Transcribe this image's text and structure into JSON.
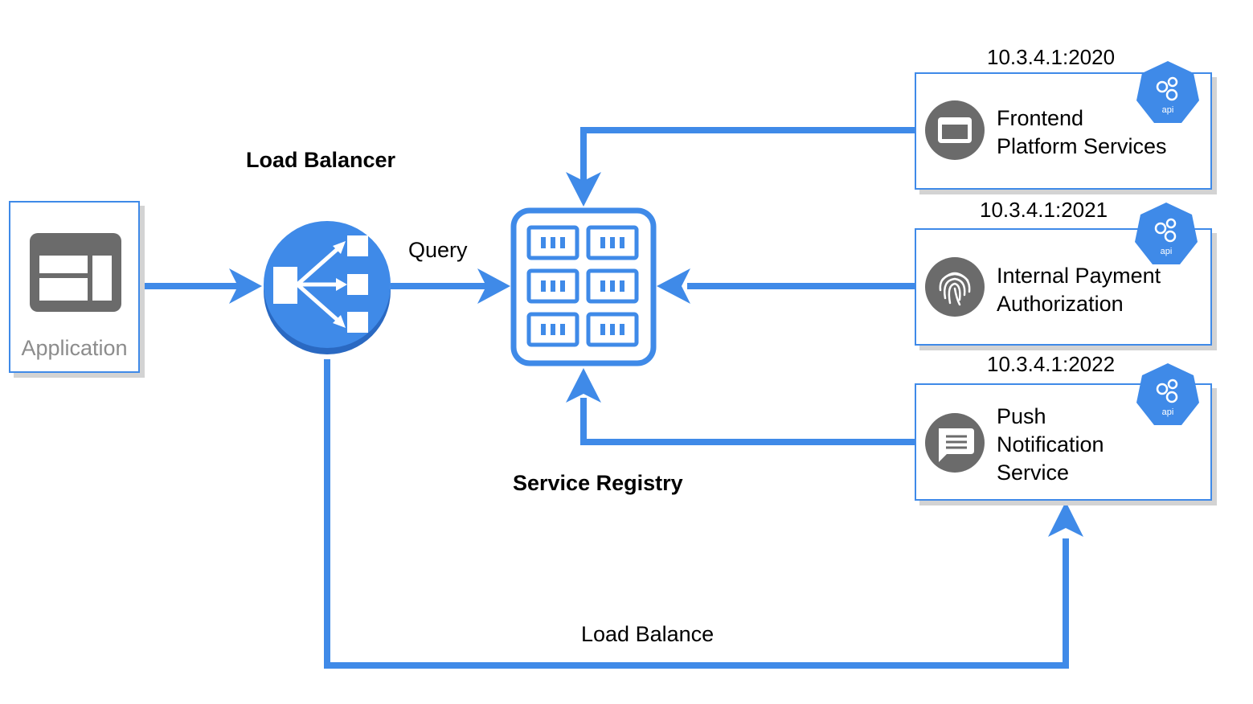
{
  "labels": {
    "load_balancer": "Load Balancer",
    "query": "Query",
    "service_registry": "Service Registry",
    "load_balance": "Load Balance",
    "application": "Application"
  },
  "services": [
    {
      "address": "10.3.4.1:2020",
      "name_line1": "Frontend",
      "name_line2": "Platform Services",
      "name_line3": "",
      "icon": "browser-window-icon",
      "badge": "api"
    },
    {
      "address": "10.3.4.1:2021",
      "name_line1": "Internal Payment",
      "name_line2": "Authorization",
      "name_line3": "",
      "icon": "fingerprint-icon",
      "badge": "api"
    },
    {
      "address": "10.3.4.1:2022",
      "name_line1": "Push",
      "name_line2": "Notification",
      "name_line3": "Service",
      "icon": "message-icon",
      "badge": "api"
    }
  ],
  "colors": {
    "accent": "#3f8ae8",
    "icon_gray": "#6b6b6b",
    "shadow": "#d3d3d3"
  }
}
